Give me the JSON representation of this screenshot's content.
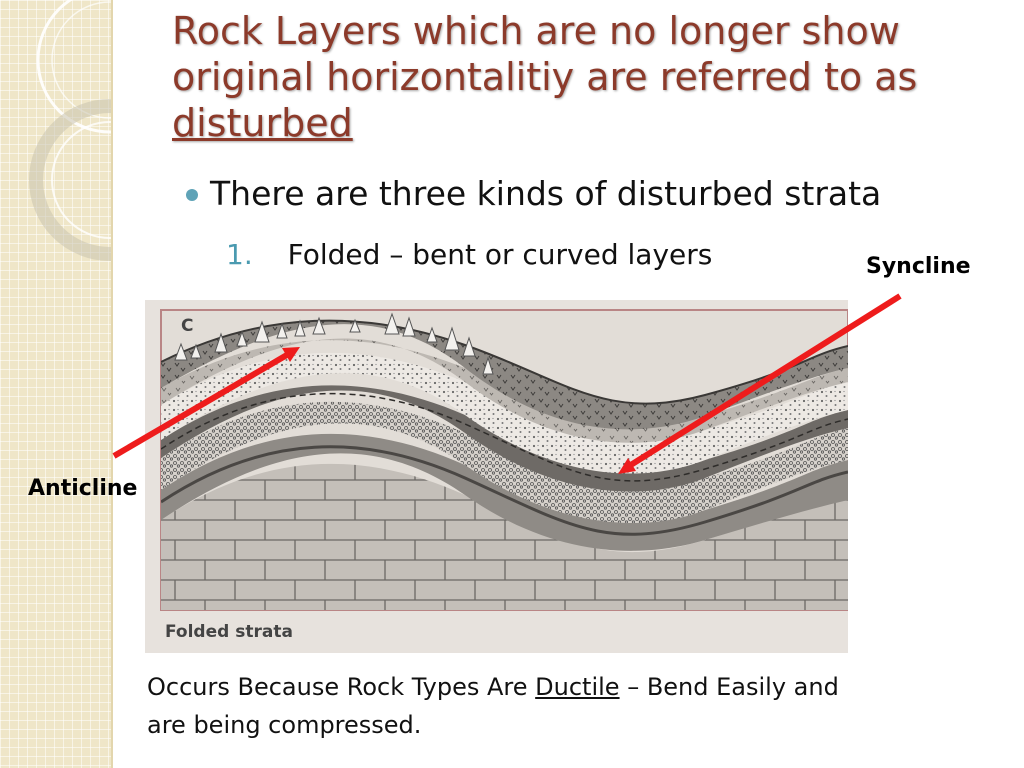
{
  "slide": {
    "title_main": "Rock Layers which are no longer show original horizontalitiy are referred to as ",
    "title_emph": "disturbed",
    "bullet": "There are three kinds of disturbed strata",
    "sub_number": "1.",
    "sub_text": "Folded – bent or curved layers"
  },
  "figure": {
    "panel_letter": "C",
    "caption": "Folded strata"
  },
  "annotations": {
    "syncline": "Syncline",
    "anticline": "Anticline",
    "arrow_color": "#ee1c1c"
  },
  "footnote": {
    "part1": "Occurs Because Rock Types Are ",
    "underlined": "Ductile",
    "part2": " – Bend Easily and are being compressed."
  },
  "colors": {
    "title": "#8c3a2a",
    "bullet": "#5fa3b7",
    "side_strip": "#efe6c8"
  },
  "icons": [
    "bullet-dot-icon",
    "tree-icon",
    "arrow-icon"
  ]
}
